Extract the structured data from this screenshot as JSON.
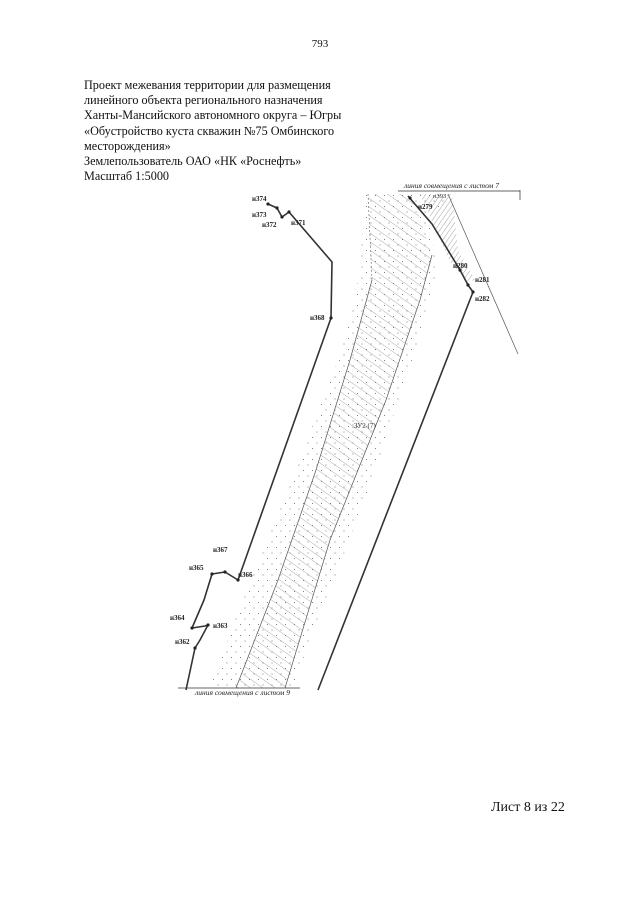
{
  "page_number": "793",
  "header": {
    "lines": [
      "Проект межевания территории для размещения",
      "линейного объекта регионального назначения",
      "Ханты-Мансийского автономного округа – Югры",
      "«Обустройство куста скважин №75 Омбинского",
      "месторождения»",
      "Землепользователь ОАО «НК «Роснефть»",
      "Масштаб 1:5000"
    ]
  },
  "map": {
    "top_match_line": "линия совмещения с листом 7",
    "bottom_match_line": "линия совмещения с листом 9",
    "parcel_label": ":ЗУ2 (7)",
    "top_right_label": "н393",
    "points": {
      "n374": "н374",
      "n373": "н373",
      "n372": "н372",
      "n371": "н371",
      "n368": "н368",
      "n367": "н367",
      "n365": "н365",
      "n366": "н366",
      "n364": "н364",
      "n363": "н363",
      "n362": "н362",
      "n279": "н279",
      "n280": "н280",
      "n281": "н281",
      "n282": "н282"
    }
  },
  "footer": {
    "sheet": "Лист 8 из 22"
  }
}
